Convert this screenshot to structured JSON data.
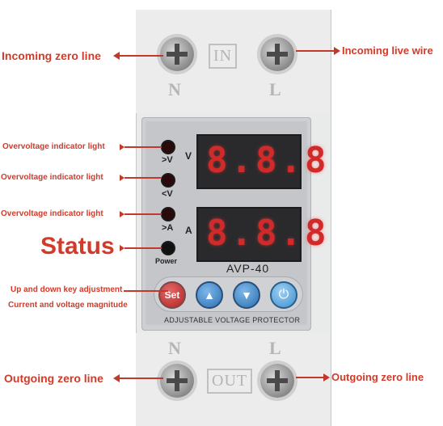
{
  "callouts": {
    "incoming_zero": "Incoming zero line",
    "incoming_live": "Incoming live wire",
    "overvoltage_1": "Overvoltage indicator light",
    "overvoltage_2": "Overvoltage indicator light",
    "overvoltage_3": "Overvoltage indicator light",
    "status": "Status",
    "keys_line1": "Up and down key adjustment",
    "keys_line2": "Current and voltage magnitude",
    "outgoing_zero_left": "Outgoing zero line",
    "outgoing_zero_right": "Outgoing zero line"
  },
  "device": {
    "top_in": "IN",
    "top_n": "N",
    "top_l": "L",
    "bottom_out": "OUT",
    "bottom_n": "N",
    "bottom_l": "L",
    "led_labels": [
      ">V",
      "<V",
      ">A",
      "Power"
    ],
    "unit_v": "V",
    "unit_a": "A",
    "display_v": "8.8.8",
    "display_a": "8.8.8",
    "model": "AVP-40",
    "btn_set": "Set",
    "btn_up": "▲",
    "btn_down": "▼",
    "btn_power": "⏻",
    "footer": "ADJUSTABLE VOLTAGE PROTECTOR"
  },
  "colors": {
    "callout": "#d23a2a",
    "display_digit": "#d02a2a",
    "device_body": "#e9eaea"
  }
}
